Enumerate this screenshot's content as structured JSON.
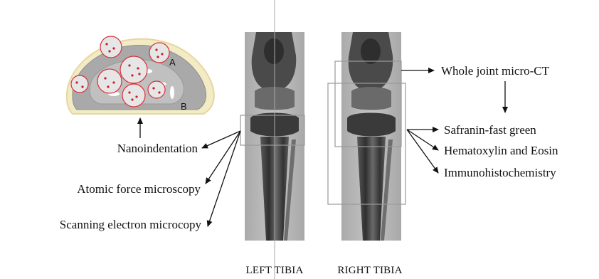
{
  "inset": {
    "region_a": "A",
    "region_b": "B",
    "colors": {
      "outer": "#f3ebc4",
      "cortex": "#a9a9a9",
      "marrow": "#bcbcbc",
      "pore_ring": "#d9323a",
      "dot": "#c41e2a"
    }
  },
  "left_methods": {
    "nanoindentation": "Nanoindentation",
    "afm": "Atomic force microscopy",
    "sem": "Scanning electron microcopy"
  },
  "right_methods": {
    "micro_ct": "Whole joint micro-CT",
    "safranin": "Safranin-fast green",
    "he": "Hematoxylin and Eosin",
    "ihc": "Immunohistochemistry"
  },
  "tibia": {
    "left_label": "LEFT TIBIA",
    "right_label": "RIGHT TIBIA"
  },
  "colors": {
    "arrow": "#111111",
    "box": "#9a9a9a",
    "xray_bg": "#b8b8b8",
    "bone_dark": "#3c3c3c"
  }
}
